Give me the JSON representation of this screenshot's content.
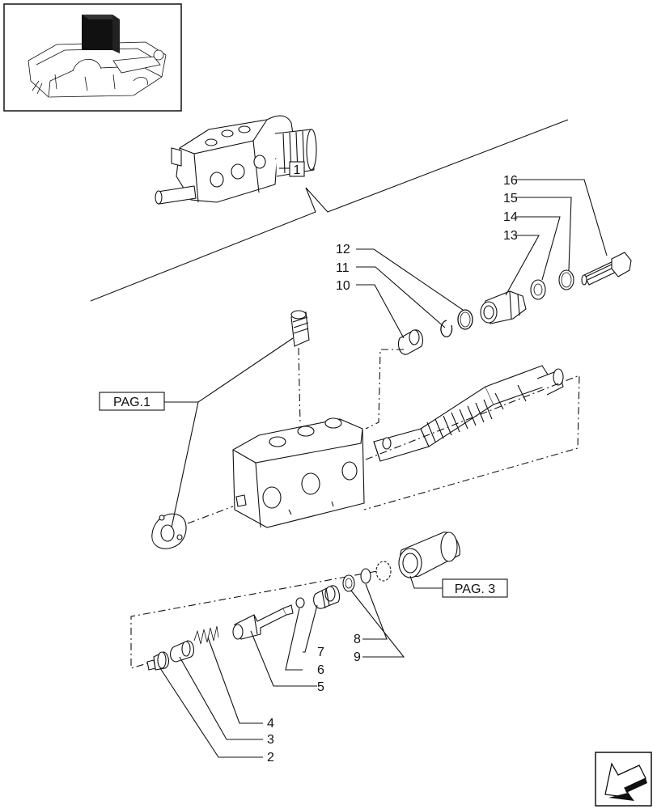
{
  "reference_callout": "1",
  "pag_labels": {
    "pag1": "PAG.1",
    "pag3": "PAG. 3"
  },
  "callouts": {
    "c2": "2",
    "c3": "3",
    "c4": "4",
    "c5": "5",
    "c6": "6",
    "c7": "7",
    "c8": "8",
    "c9": "9",
    "c10": "10",
    "c11": "11",
    "c12": "12",
    "c13": "13",
    "c14": "14",
    "c15": "15",
    "c16": "16"
  }
}
